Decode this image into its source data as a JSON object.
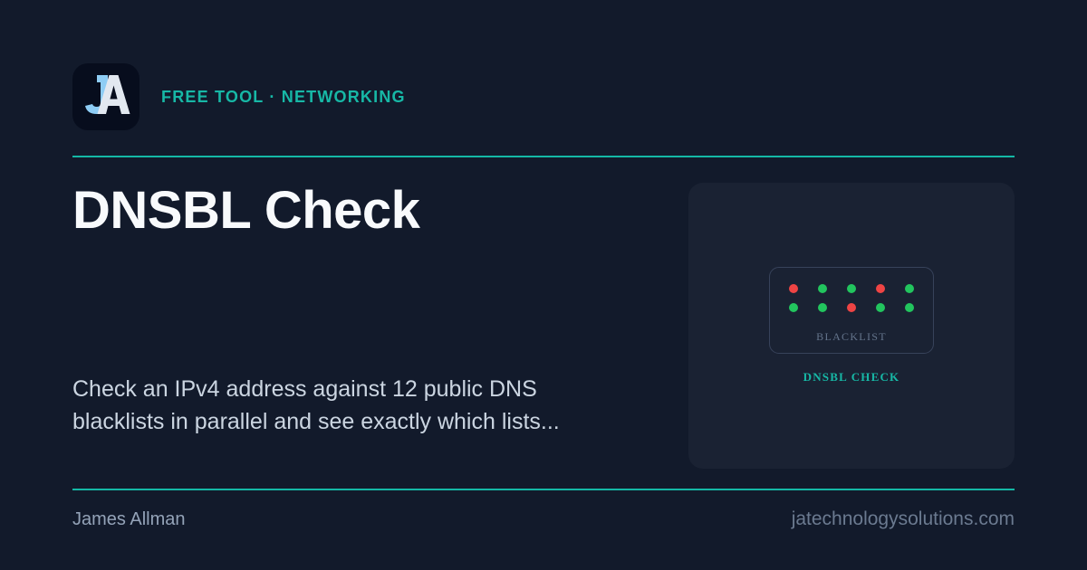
{
  "page": {
    "background_color": "#121a2b",
    "accent_color": "#14b8a6"
  },
  "header": {
    "logo": {
      "icon_name": "ja-monogram-logo",
      "letter_primary": "J",
      "letter_secondary": "A",
      "letter_primary_color": "#8ecdf5",
      "letter_secondary_color": "#e2e8f0",
      "background_color": "#070d1d"
    },
    "eyebrow": "FREE TOOL · NETWORKING"
  },
  "main": {
    "title": "DNSBL Check",
    "description": "Check an IPv4 address against 12 public DNS blacklists in parallel and see exactly which lists..."
  },
  "card": {
    "panel_label": "BLACKLIST",
    "caption": "DNSBL CHECK",
    "colors": {
      "pass": "#22c55e",
      "fail": "#ef4444"
    },
    "dot_rows": [
      [
        "fail",
        "pass",
        "pass",
        "fail",
        "pass"
      ],
      [
        "pass",
        "pass",
        "fail",
        "pass",
        "pass"
      ]
    ]
  },
  "footer": {
    "author": "James Allman",
    "site": "jatechnologysolutions.com"
  }
}
